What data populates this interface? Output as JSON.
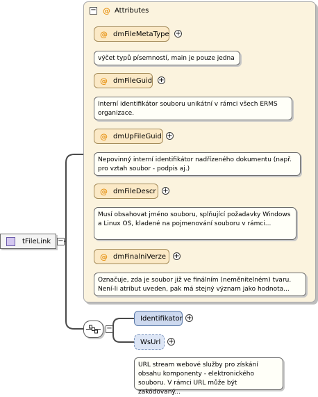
{
  "root": {
    "name": "tFileLink",
    "icon": "complex-type-icon"
  },
  "attributes": {
    "title": "Attributes",
    "items": [
      {
        "name": "dmFileMetaType",
        "doc": "výčet typů písemností, main je pouze jedna"
      },
      {
        "name": "dmFileGuid",
        "doc": "Interní identifikátor souboru unikátní v rámci všech ERMS organizace."
      },
      {
        "name": "dmUpFileGuid",
        "doc": "Nepovinný interní identifikátor nadřízeného dokumentu (např. pro vztah soubor - podpis aj.)"
      },
      {
        "name": "dmFileDescr",
        "doc": "Musí obsahovat jméno souboru, splňující požadavky Windows a Linux OS, kladené na pojmenování souboru v rámci..."
      },
      {
        "name": "dmFinalniVerze",
        "doc": "Označuje, zda je soubor již ve finálním (neměnitelném) tvaru. Není-li atribut uveden, pak má stejný význam jako hodnota..."
      }
    ]
  },
  "sequence": {
    "children": [
      {
        "name": "Identifikator",
        "optional": false
      },
      {
        "name": "WsUrl",
        "optional": true,
        "doc": "URL stream webové služby pro získání obsahu komponenty - elektronického souboru. V rámci URL může být zakódovaný..."
      }
    ]
  },
  "symbols": {
    "expand": "+",
    "collapse": "−",
    "attribute": "@"
  },
  "colors": {
    "attr_group_bg": "#fbf3de",
    "attr_box_bg": "#fbe9c6",
    "attr_icon": "#e8961a",
    "element_bg": "#cdd9ef",
    "complex_type_swatch": "#d4c8f0"
  }
}
